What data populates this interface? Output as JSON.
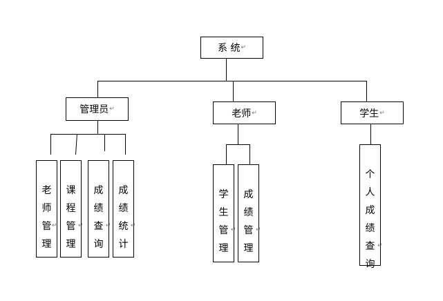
{
  "diagram": {
    "para_mark": "↵",
    "root": {
      "label": "系 统"
    },
    "branches": {
      "admin": {
        "label": "管理员",
        "children": [
          "老师管理",
          "课程管理",
          "成绩查询",
          "成绩统计"
        ]
      },
      "teacher": {
        "label": "老师",
        "children": [
          "学生管理",
          "成绩管理"
        ]
      },
      "student": {
        "label": "学生",
        "children": [
          "个人成绩查询"
        ]
      }
    }
  }
}
